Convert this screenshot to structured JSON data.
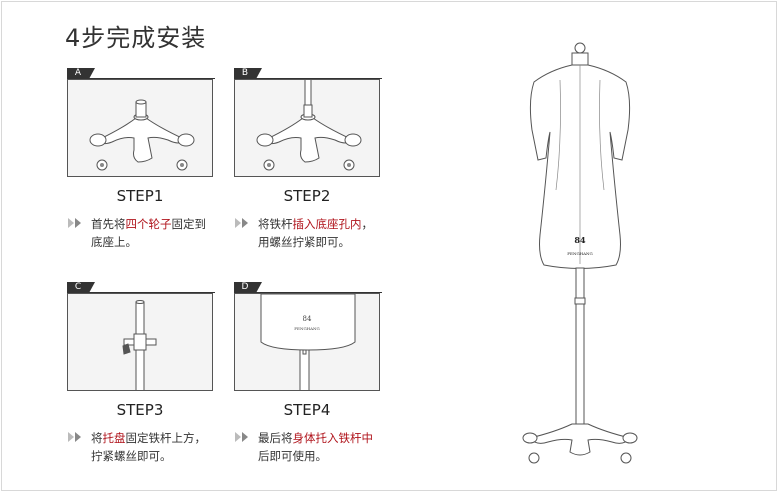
{
  "page": {
    "title": "4步完成安装"
  },
  "steps": [
    {
      "tag": "A",
      "title": "STEP1",
      "desc_pre": "首先将",
      "desc_hl": "四个轮子",
      "desc_post": "固定到底座上。"
    },
    {
      "tag": "B",
      "title": "STEP2",
      "desc_pre": "将铁杆",
      "desc_hl": "插入底座孔内",
      "desc_post": "，用螺丝拧紧即可。"
    },
    {
      "tag": "C",
      "title": "STEP3",
      "desc_pre": "将",
      "desc_hl": "托盘",
      "desc_post": "固定铁杆上方，拧紧螺丝即可。"
    },
    {
      "tag": "D",
      "title": "STEP4",
      "desc_pre": "最后将",
      "desc_hl": "身体托入铁杆中",
      "desc_post": "后即可使用。"
    }
  ],
  "mannequin": {
    "size": "84",
    "brand": "FENGHANG"
  },
  "colors": {
    "highlight": "#b0141c",
    "line": "#555555",
    "box_bg": "#f4f4f4"
  },
  "icons": {
    "step_arrow": "double-chevron-right-icon"
  }
}
